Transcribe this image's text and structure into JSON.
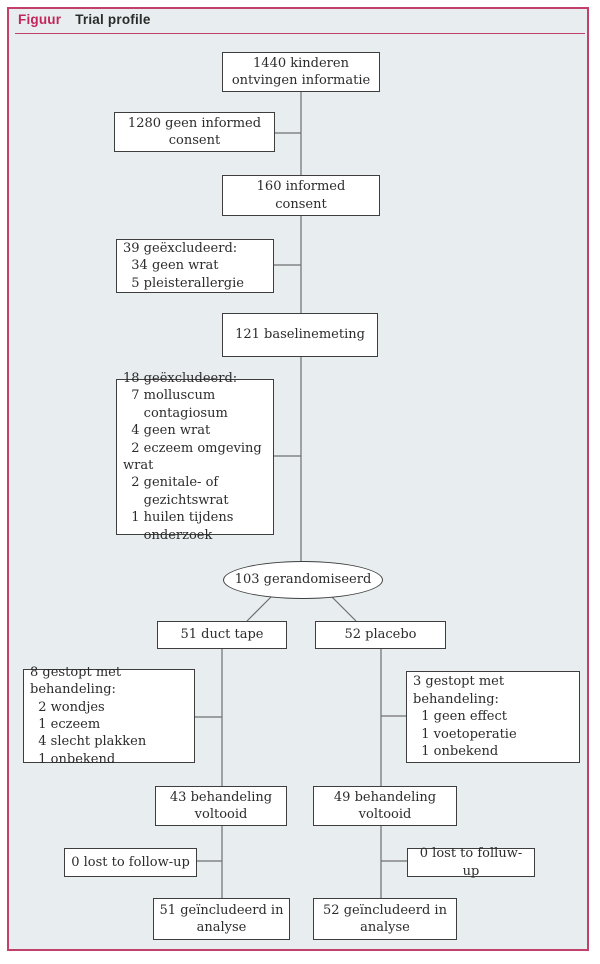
{
  "header": {
    "label": "Figuur",
    "title": "Trial profile"
  },
  "colors": {
    "accent": "#c2406a",
    "panel_background": "#e8eeef",
    "box_background": "#ffffff",
    "box_border": "#3e3e3e",
    "connector_line": "#6f6f6f",
    "text": "#2b2b2b"
  },
  "flowchart": {
    "nodes": {
      "info": "1440 kinderen\nontvingen informatie",
      "no_consent": "1280 geen informed\nconsent",
      "consent": "160 informed\nconsent",
      "excluded_39": "39 geëxcludeerd:\n  34 geen wrat\n  5 pleisterallergie",
      "baseline": "121 baselinemeting",
      "excluded_18": "18 geëxcludeerd:\n  7 molluscum\n     contagiosum\n  4 geen wrat\n  2 eczeem omgeving wrat\n  2 genitale- of\n     gezichtswrat\n  1 huilen tijdens\n     onderzoek",
      "randomised": "103 gerandomiseerd",
      "duct_tape": "51 duct tape",
      "placebo": "52 placebo",
      "stopped_duct_tape": "8 gestopt met behandeling:\n  2 wondjes\n  1 eczeem\n  4 slecht plakken\n  1 onbekend",
      "stopped_placebo": "3 gestopt met behandeling:\n  1 geen effect\n  1 voetoperatie\n  1 onbekend",
      "completed_duct_tape": "43 behandeling\nvoltooid",
      "completed_placebo": "49 behandeling\nvoltooid",
      "lost_duct_tape": "0 lost to follow-up",
      "lost_placebo": "0 lost to folluw-up",
      "analysed_duct_tape": "51 geïncludeerd in\nanalyse",
      "analysed_placebo": "52 geïncludeerd in\nanalyse"
    }
  }
}
